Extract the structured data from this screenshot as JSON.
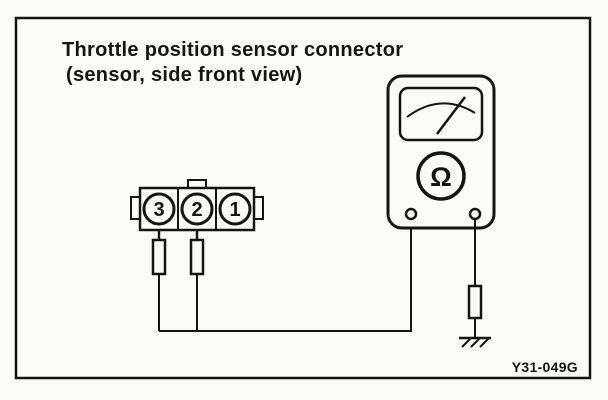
{
  "figure": {
    "title_line1": "Throttle position sensor connector",
    "title_line2": "(sensor, side front view)",
    "code": "Y31-049G"
  },
  "connector": {
    "pins": [
      {
        "label": "3"
      },
      {
        "label": "2"
      },
      {
        "label": "1"
      }
    ]
  },
  "meter": {
    "symbol": "Ω"
  },
  "colors": {
    "ink": "#141414",
    "paper": "#fbfbf9"
  }
}
